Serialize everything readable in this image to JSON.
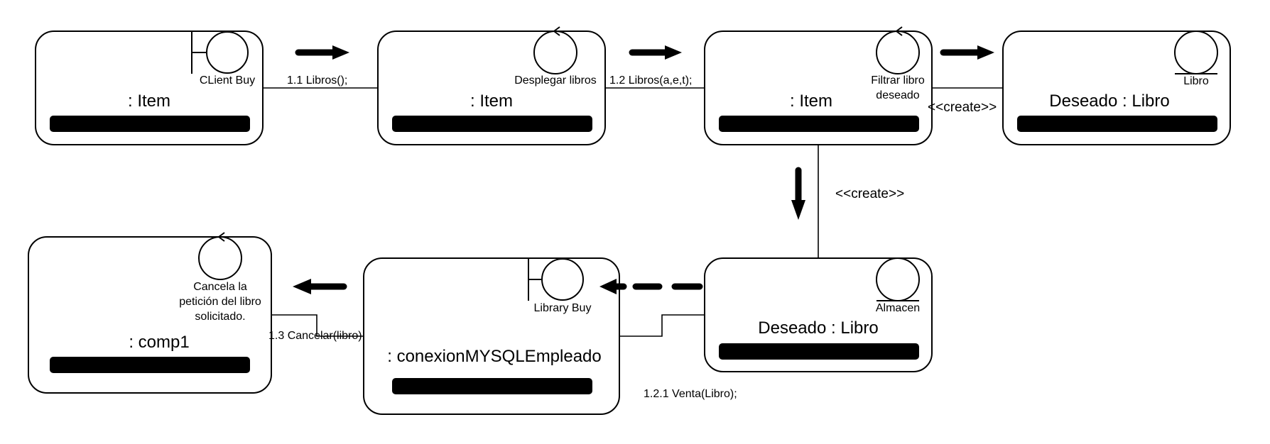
{
  "objects": {
    "client_item": {
      "name": ": Item",
      "icon_label": "CLient Buy",
      "icon": "boundary-icon"
    },
    "desplegar_item": {
      "name": ": Item",
      "icon_label": "Desplegar libros",
      "icon": "control-icon"
    },
    "filtrar_item": {
      "name": ": Item",
      "icon_label_line1": "Filtrar libro",
      "icon_label_line2": "deseado",
      "icon": "control-icon"
    },
    "deseado_libro_entity": {
      "name": "Deseado : Libro",
      "icon_label": "Libro",
      "icon": "entity-icon"
    },
    "deseado_libro_almacen": {
      "name": "Deseado : Libro",
      "icon_label": "Almacen",
      "icon": "entity-icon"
    },
    "conexion_mysql": {
      "name": ": conexionMYSQLEmpleado",
      "icon_label": "Library Buy",
      "icon": "boundary-icon"
    },
    "comp1": {
      "name": ": comp1",
      "icon_label_line1": "Cancela la",
      "icon_label_line2": "petición del libro",
      "icon_label_line3": "solicitado.",
      "icon": "control-icon"
    }
  },
  "messages": {
    "m1": "1.1 Libros();",
    "m2": "1.2 Libros(a,e,t);",
    "m3": "1.2.1 Venta(Libro);",
    "m4": "1.3 Cancelar(libro);"
  },
  "stereotypes": {
    "create_right": "<<create>>",
    "create_down": "<<create>>"
  }
}
